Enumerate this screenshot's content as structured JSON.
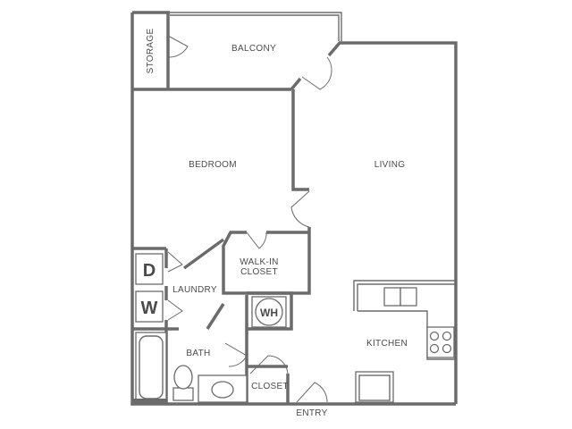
{
  "rooms": {
    "storage": "STORAGE",
    "balcony": "BALCONY",
    "bedroom": "BEDROOM",
    "living": "LIVING",
    "walk_in_closet_line1": "WALK-IN",
    "walk_in_closet_line2": "CLOSET",
    "laundry": "LAUNDRY",
    "bath": "BATH",
    "kitchen": "KITCHEN",
    "closet": "CLOSET",
    "entry": "ENTRY"
  },
  "appliances": {
    "dryer": "D",
    "washer": "W",
    "water_heater": "WH"
  },
  "colors": {
    "wall": "#6b6b6b",
    "text": "#4a4a4a",
    "background": "#ffffff"
  }
}
